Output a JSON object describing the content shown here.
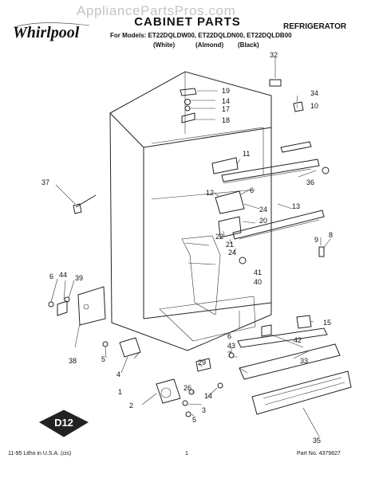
{
  "watermark": "AppliancePartsPros.com",
  "brand_logo": "Whirlpool",
  "title": "CABINET PARTS",
  "subtitle": "REFRIGERATOR",
  "models_line": "For Models: ET22DQLDW00, ET22DQLDN00, ET22DQLDB00",
  "colors": [
    "(White)",
    "(Almond)",
    "(Black)"
  ],
  "badge": "D12",
  "callouts": [
    "32",
    "19",
    "14",
    "17",
    "18",
    "34",
    "10",
    "11",
    "12",
    "6",
    "36",
    "24",
    "20",
    "22",
    "21",
    "13",
    "24",
    "9",
    "8",
    "41",
    "40",
    "37",
    "6",
    "44",
    "39",
    "38",
    "5",
    "4",
    "1",
    "15",
    "42",
    "6",
    "43",
    "7",
    "29",
    "33",
    "26",
    "14",
    "2",
    "3",
    "5",
    "35"
  ],
  "footer": {
    "left": "11-95  Litho in U.S.A. (cis)",
    "page": "1",
    "right": "Part No. 4379827"
  }
}
